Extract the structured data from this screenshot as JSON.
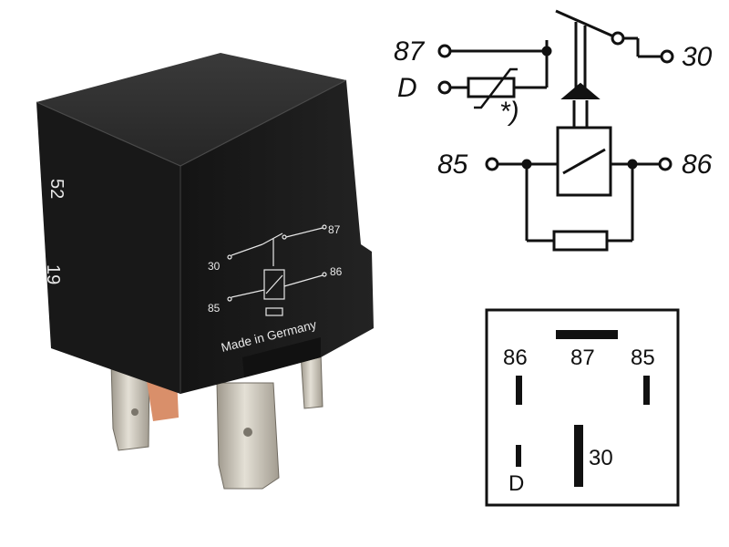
{
  "photo": {
    "made_in": "Made in Germany",
    "side_marks": [
      "52",
      "19"
    ],
    "body_terminal_labels": {
      "t30": "30",
      "t87": "87",
      "t85": "85",
      "t86": "86"
    }
  },
  "schematic": {
    "terminals": {
      "t87": "87",
      "tD": "D",
      "t30": "30",
      "t85": "85",
      "t86": "86"
    },
    "footnote": "*)"
  },
  "pinout": {
    "t86": "86",
    "t87": "87",
    "t85": "85",
    "t30": "30",
    "tD": "D"
  },
  "colors": {
    "relay_body": "#1e1e1e",
    "pin_metal": "#c9c4b8",
    "copper": "#d98f6a",
    "ink": "#111111"
  }
}
